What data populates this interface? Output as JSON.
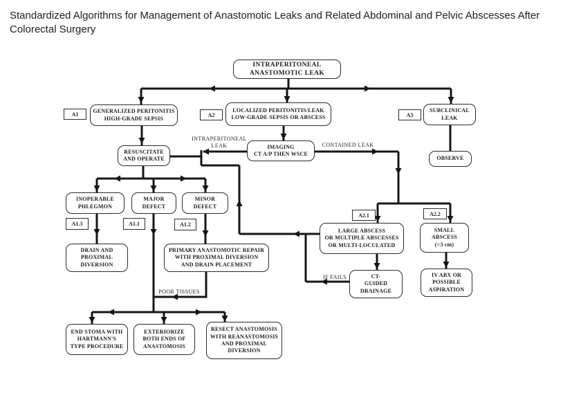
{
  "page": {
    "title": "Standardized Algorithms for Management of Anastomotic Leaks and Related Abdominal and Pelvic Abscesses After Colorectal Surgery"
  },
  "diagram": {
    "nodes": {
      "root": {
        "lines": [
          "INTRAPERITONEAL",
          "ANASTOMOTIC LEAK"
        ]
      },
      "generalized": {
        "lines": [
          "GENERALIZED PERITONITIS",
          "HIGH-GRADE SEPSIS"
        ]
      },
      "localized": {
        "lines": [
          "LOCALIZED PERITONITIS/LEAK",
          "LOW-GRADE SEPSIS OR ABSCESS"
        ]
      },
      "subclinical": {
        "lines": [
          "SUBCLINICAL",
          "LEAK"
        ]
      },
      "resuscitate": {
        "lines": [
          "RESUSCITATE",
          "AND OPERATE"
        ]
      },
      "imaging": {
        "lines": [
          "IMAGING",
          "CT A/P THEN WSCE"
        ]
      },
      "observe": {
        "lines": [
          "OBSERVE"
        ]
      },
      "inoperable": {
        "lines": [
          "INOPERABLE",
          "PHLEGMON"
        ]
      },
      "major": {
        "lines": [
          "MAJOR",
          "DEFECT"
        ]
      },
      "minor": {
        "lines": [
          "MINOR",
          "DEFECT"
        ]
      },
      "drain": {
        "lines": [
          "DRAIN AND",
          "PROXIMAL",
          "DIVERSION"
        ]
      },
      "primary": {
        "lines": [
          "PRIMARY ANASTOMOTIC REPAIR",
          "WITH PROXIMAL DIVERSION",
          "AND DRAIN PLACEMENT"
        ]
      },
      "large_abscess": {
        "lines": [
          "LARGE ABSCESS",
          "OR MULTIPLE ABSCESSES",
          "OR MULTI-LOCULATED"
        ]
      },
      "small_abscess": {
        "lines": [
          "SMALL",
          "ABSCESS",
          "(<3 cm)"
        ]
      },
      "ct_guided": {
        "lines": [
          "CT-",
          "GUIDED",
          "DRAINAGE"
        ]
      },
      "iv_abx": {
        "lines": [
          "IV ABX OR",
          "POSSIBLE",
          "ASPIRATION"
        ]
      },
      "end_stoma": {
        "lines": [
          "END STOMA WITH",
          "HARTMANN'S",
          "TYPE PROCEDURE"
        ]
      },
      "exteriorize": {
        "lines": [
          "EXTERIORIZE",
          "BOTH ENDS OF",
          "ANASTOMOSIS"
        ]
      },
      "resect": {
        "lines": [
          "RESECT ANASTOMOSIS",
          "WITH REANASTOMOSIS",
          "AND PROXIMAL",
          "DIVERSION"
        ]
      }
    },
    "tags": {
      "a1": "A1",
      "a2": "A2",
      "a3": "A3",
      "a1_3": "A1.3",
      "a1_1": "A1.1",
      "a1_2": "A1.2",
      "a2_1": "A2.1",
      "a2_2": "A2.2"
    },
    "edge_labels": {
      "intraperitoneal_line1": "INTRAPERITONEAL",
      "intraperitoneal_line2": "LEAK",
      "contained": "CONTAINED LEAK",
      "if_fails": "IF FAILS",
      "poor_tissues": "POOR TISSUES"
    },
    "colors": {
      "line": "#161616",
      "box_border": "#2b2b2b",
      "background": "#ffffff"
    }
  }
}
